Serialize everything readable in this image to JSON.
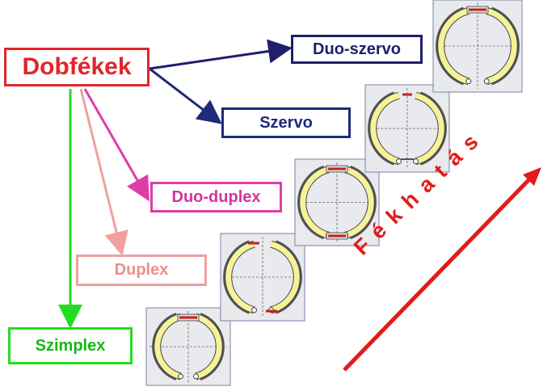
{
  "root": {
    "label": "Dobfékek"
  },
  "types": {
    "duo_szervo": "Duo-szervo",
    "szervo": "Szervo",
    "duo_duplex": "Duo-duplex",
    "duplex": "Duplex",
    "szimplex": "Szimplex"
  },
  "effect_label": "Fékhatás",
  "colors": {
    "root": "#e0252b",
    "duo_szervo": "#1f1f6b",
    "szervo": "#1f2a7a",
    "duo_duplex": "#e03ca8",
    "duplex": "#f0a0a0",
    "szimplex": "#22dd22",
    "effect_arrow": "#e21b1b",
    "shoe_fill": "#f6f29a",
    "lining": "#555555"
  }
}
